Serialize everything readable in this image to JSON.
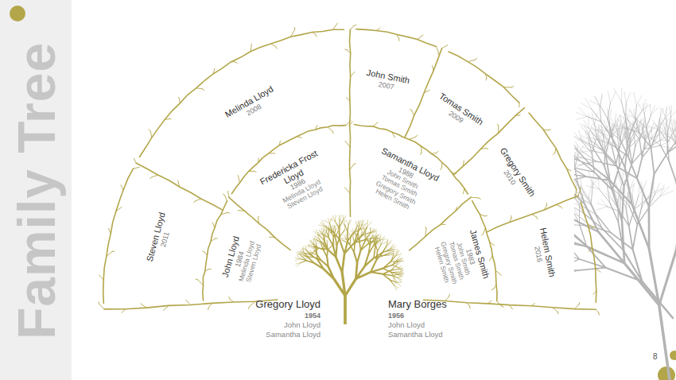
{
  "diagram": {
    "title": "Family Tree",
    "nodes": [
      {
        "text": [
          "Steven Lloyd",
          "2011"
        ]
      },
      {
        "text": [
          "Melinda Lloyd",
          "2008"
        ]
      },
      {
        "text": [
          "John Smith",
          "2007"
        ]
      },
      {
        "text": [
          "Tomas Smith",
          "2009"
        ]
      },
      {
        "text": [
          "Gregory Smith",
          "2010"
        ]
      },
      {
        "text": [
          "Helem Smith",
          "2016"
        ]
      },
      {
        "text": [
          "John Lloyd",
          "1984",
          "Melinda Lloyd",
          "Steven Lloyd"
        ]
      },
      {
        "text": [
          "Fredericka Frost Lloyd",
          "1986",
          "Melinda Lloyd",
          "Steven Lloyd"
        ]
      },
      {
        "text": [
          "Samantha Lloyd",
          "1988",
          "John Smith",
          "Tomas Smith",
          "Gregory Smith",
          "Helen Smith"
        ]
      },
      {
        "text": [
          "James Smith",
          "1983",
          "John Smith",
          "Tomas Smith",
          "Gregory Smith",
          "Helen Smith"
        ]
      }
    ],
    "labels": [
      "Gregory Lloyd",
      "1954",
      "John Lloyd",
      "Samantha Lloyd",
      "Mary Borges",
      "1956",
      "John Lloyd",
      "Samantha Lloyd",
      "8"
    ]
  }
}
